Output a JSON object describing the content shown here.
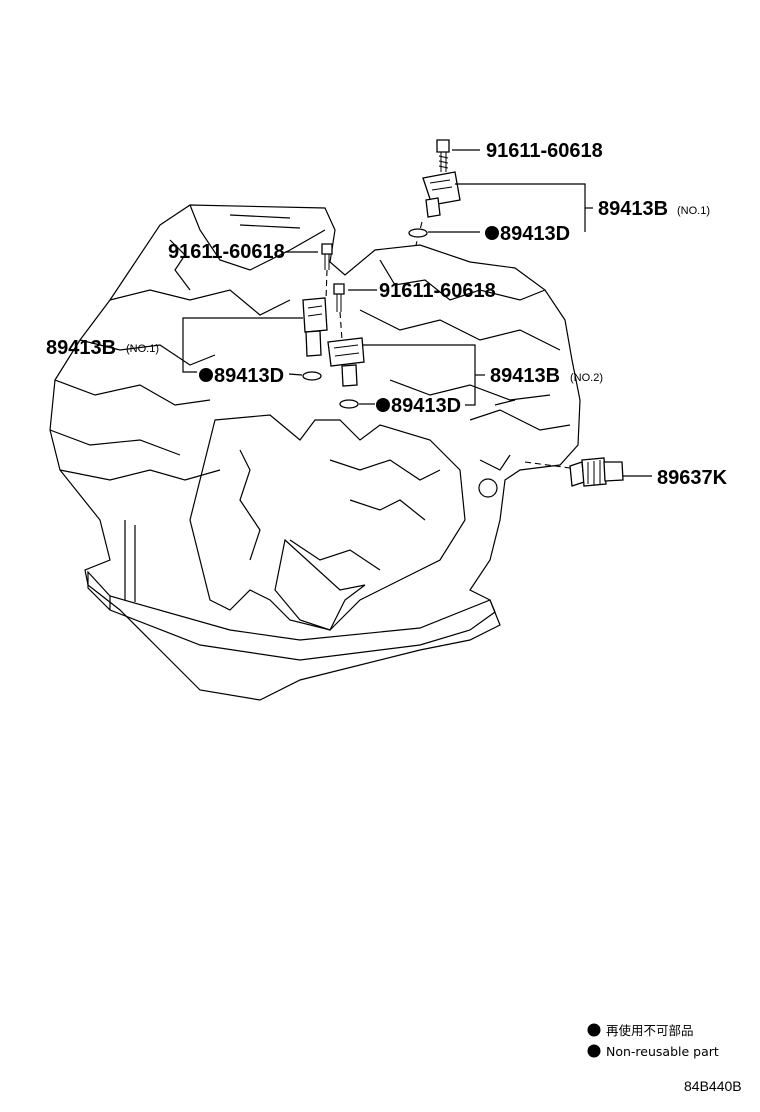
{
  "labels": {
    "bolt_top": "91611-60618",
    "bolt_left": "91611-60618",
    "bolt_mid": "91611-60618",
    "sensor_no1_right": "89413B",
    "sensor_no1_right_sub": "(NO.1)",
    "sensor_no1_left": "89413B",
    "sensor_no1_left_sub": "(NO.1)",
    "sensor_no2": "89413B",
    "sensor_no2_sub": "(NO.2)",
    "oring_top": "89413D",
    "oring_left": "89413D",
    "oring_mid": "89413D",
    "switch": "89637K"
  },
  "legend": {
    "line_jp": "再使用不可部品",
    "line_en": "Non-reusable part"
  },
  "diagram_code": "84B440B"
}
